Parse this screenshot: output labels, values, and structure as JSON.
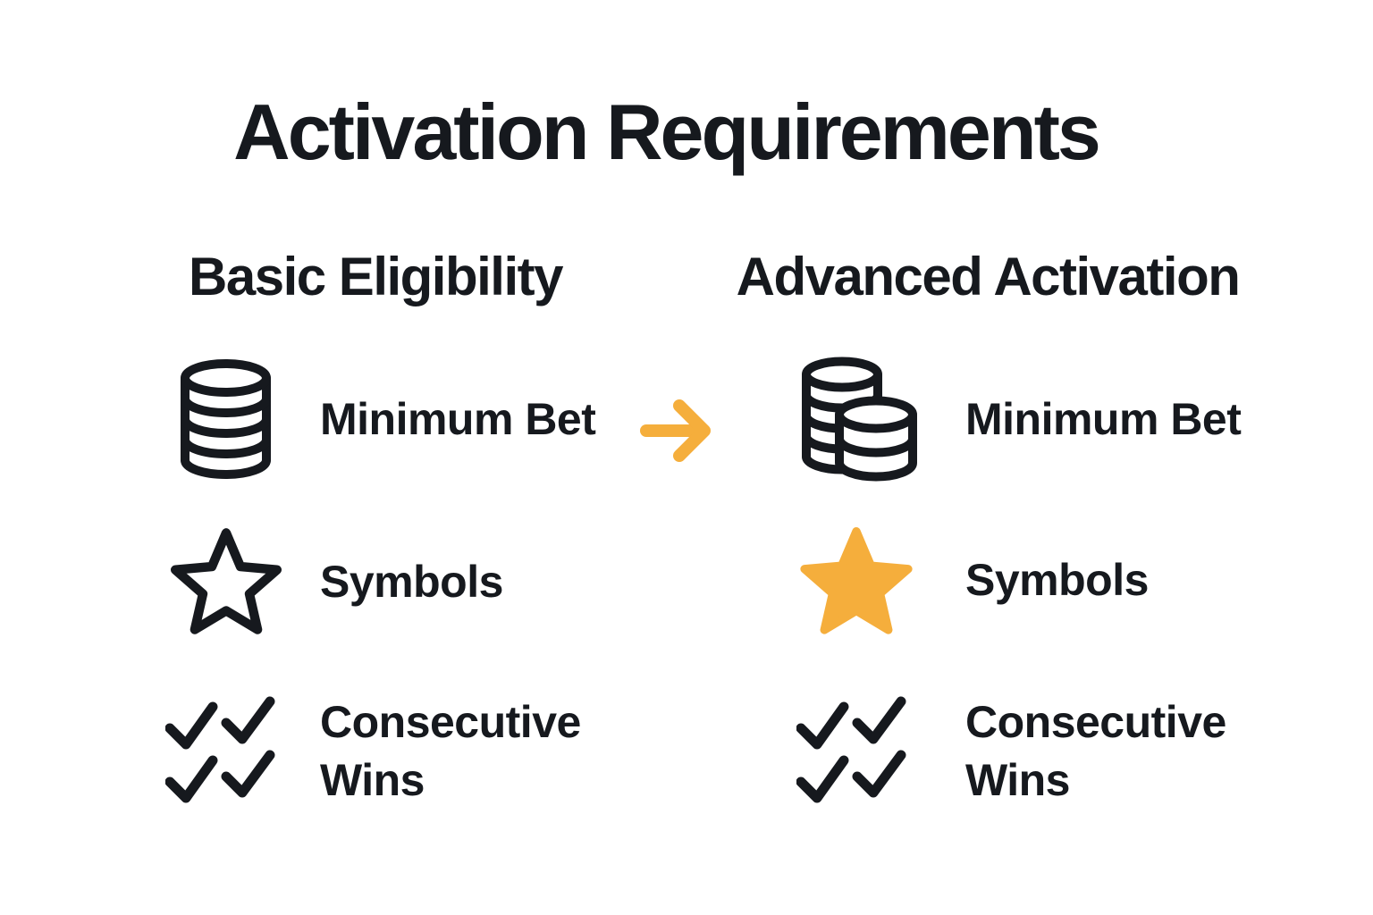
{
  "title": "Activation Requirements",
  "columns": [
    {
      "header": "Basic Eligibility",
      "items": [
        {
          "icon": "coin-stack-icon",
          "label": "Minimum Bet"
        },
        {
          "icon": "star-outline-icon",
          "label": "Symbols"
        },
        {
          "icon": "checkmarks-icon",
          "label": "Consecutive Wins"
        }
      ]
    },
    {
      "header": "Advanced Activation",
      "items": [
        {
          "icon": "double-coin-stack-icon",
          "label": "Minimum Bet"
        },
        {
          "icon": "star-filled-icon",
          "label": "Symbols"
        },
        {
          "icon": "checkmarks-icon",
          "label": "Consecutive Wins"
        }
      ]
    }
  ],
  "arrow": {
    "icon": "arrow-right-icon"
  },
  "colors": {
    "ink": "#16191E",
    "accent_orange": "#F5AE3C",
    "background": "#FFFFFF"
  }
}
